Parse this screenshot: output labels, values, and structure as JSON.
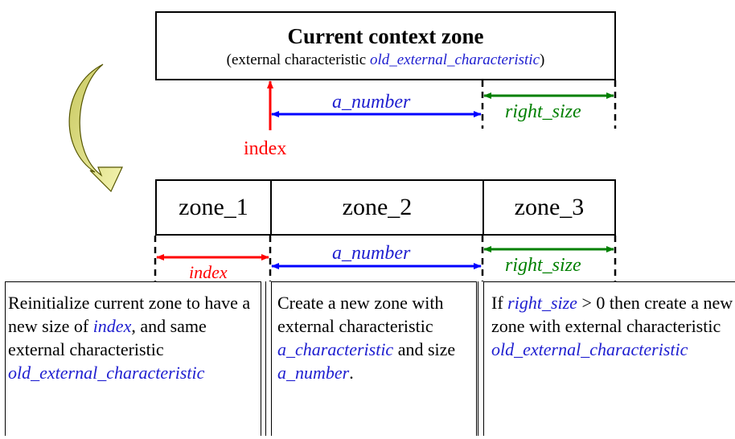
{
  "current_zone": {
    "title": "Current context zone",
    "subtitle_prefix": "(external characteristic ",
    "subtitle_var": "old_external_characteristic",
    "subtitle_suffix": ")"
  },
  "top_labels": {
    "index": "index",
    "a_number": "a_number",
    "right_size": "right_size"
  },
  "zones": [
    "zone_1",
    "zone_2",
    "zone_3"
  ],
  "bottom_labels": {
    "index": "index",
    "a_number": "a_number",
    "right_size": "right_size"
  },
  "descriptions": {
    "zone1": {
      "t1": "Reinitialize current zone to have a new size of ",
      "v1": "index",
      "t2": ", and same external characteristic ",
      "v2": "old_external_characteristic"
    },
    "zone2": {
      "t1": "Create a new zone with external characteristic ",
      "v1": "a_characteristic",
      "t2": " and size ",
      "v2": "a_number",
      "t3": "."
    },
    "zone3": {
      "t1": "If ",
      "v1": "right_size",
      "t2": " > 0 then create a new zone with external characteristic ",
      "v2": "old_external_characteristic"
    }
  },
  "colors": {
    "index": "#ff0000",
    "a_number": "#0000ff",
    "right_size": "#008000",
    "variable_text": "#2020d0",
    "curved_arrow_fill": "#e8e890",
    "curved_arrow_stroke": "#555500"
  }
}
